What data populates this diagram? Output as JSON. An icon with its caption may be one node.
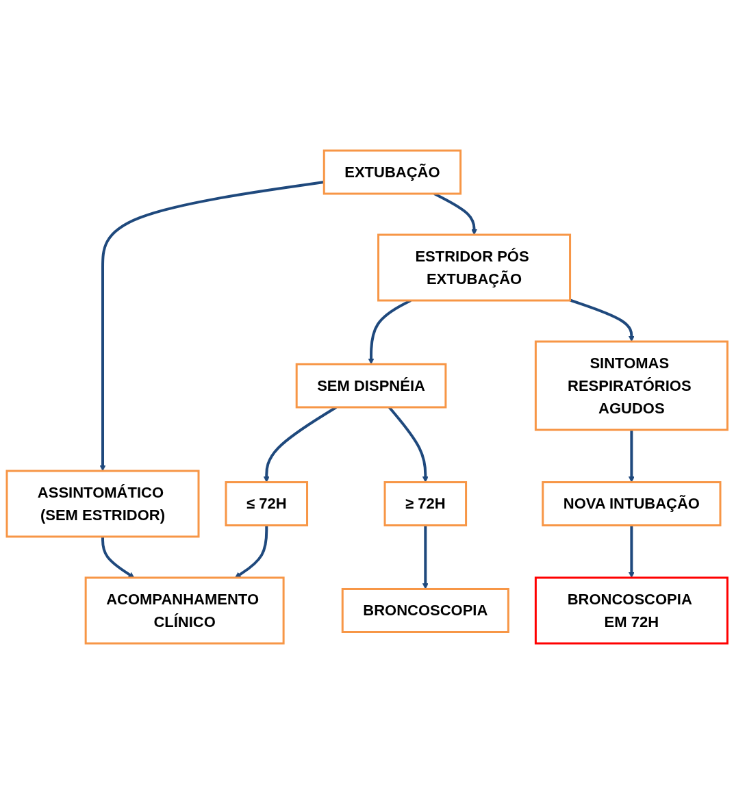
{
  "diagram": {
    "nodes": [
      {
        "text": [
          "EXTUBAÇÃO"
        ]
      },
      {
        "text": [
          "ASSINTOMÁTICO (SEM ESTRIDOR)"
        ]
      },
      {
        "text": [
          "ESTRIDOR PÓS EXTUBAÇÃO"
        ]
      },
      {
        "text": [
          "ACOMPANHAMENTO CLÍNICO"
        ]
      },
      {
        "text": [
          "SEM DISPNÉIA"
        ]
      },
      {
        "text": [
          "SINTOMAS RESPIRATÓRIOS AGUDOS"
        ]
      },
      {
        "text": [
          "≤ 72H"
        ]
      },
      {
        "text": [
          "≥ 72H"
        ]
      },
      {
        "text": [
          "NOVA INTUBAÇÃO"
        ]
      },
      {
        "text": [
          "BRONCOSCOPIA"
        ]
      },
      {
        "text": [
          "BRONCOSCOPIA EM 72H"
        ]
      }
    ],
    "edges": [
      {
        "from": 0,
        "to": 1,
        "arrow": "to"
      },
      {
        "from": 0,
        "to": 2,
        "arrow": "to"
      },
      {
        "from": 1,
        "to": 3,
        "arrow": "to"
      },
      {
        "from": 2,
        "to": 4,
        "arrow": "to"
      },
      {
        "from": 2,
        "to": 5,
        "arrow": "to"
      },
      {
        "from": 4,
        "to": 6,
        "arrow": "to"
      },
      {
        "from": 4,
        "to": 7,
        "arrow": "to"
      },
      {
        "from": 6,
        "to": 3,
        "arrow": "to"
      },
      {
        "from": 5,
        "to": 8,
        "arrow": "to"
      },
      {
        "from": 7,
        "to": 9,
        "arrow": "to"
      },
      {
        "from": 8,
        "to": 10,
        "arrow": "to"
      }
    ]
  }
}
